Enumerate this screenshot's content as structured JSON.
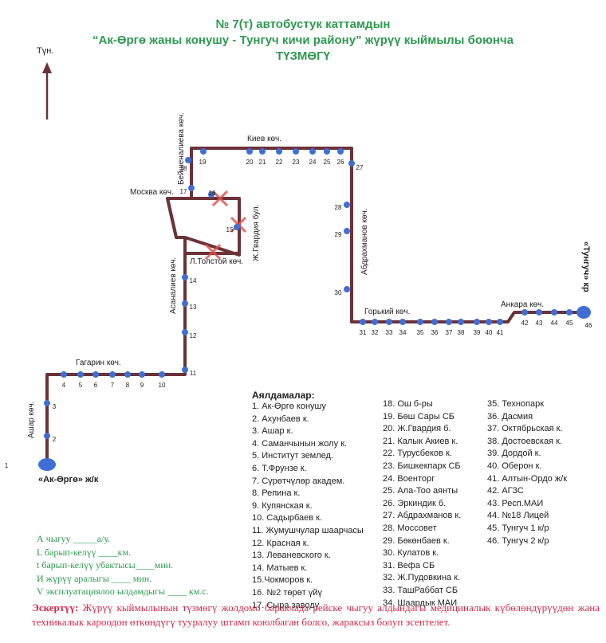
{
  "title": {
    "line1": "№ 7(т) автобустук каттамдын",
    "line2": "“Ак-Өргө жаны конушу - Тунгуч кичи району” жүрүү кыймылы боюнча",
    "line3": "ТҮЗМӨГҮ"
  },
  "north_label": "Түн.",
  "streets": {
    "kiev": "Киев көч.",
    "beishenalieva": "Бейшеналиева көч.",
    "moskva": "Москва көч.",
    "zhgvardiya": "Ж.Гвардия бул.",
    "ltolstoi": "Л.Толстой көч.",
    "asanalieva": "Асаналиев көч.",
    "gagarin": "Гагарин көч.",
    "ashar": "Ашар көч.",
    "abdrakhmanov": "Абдрахманов көч.",
    "gorky": "Горький көч.",
    "ankara": "Анкара көч."
  },
  "endpoints": {
    "start": "«Ак-Өргө» ж/к",
    "end": "«Тунгуч» кр"
  },
  "stop_numbers": [
    "1",
    "2",
    "3",
    "4",
    "5",
    "6",
    "7",
    "8",
    "9",
    "10",
    "11",
    "12",
    "13",
    "14",
    "15",
    "16",
    "17",
    "18",
    "19",
    "20",
    "21",
    "22",
    "23",
    "24",
    "25",
    "26",
    "27",
    "28",
    "29",
    "30",
    "31",
    "32",
    "33",
    "34",
    "35",
    "36",
    "37",
    "38",
    "39",
    "40",
    "41",
    "42",
    "43",
    "44",
    "45",
    "46"
  ],
  "legend": {
    "heading": "Аялдамалар:",
    "items": [
      "1. Ак-Өргө конушу",
      "2. Ахунбаев к.",
      "3. Ашар к.",
      "4. Саманчынын жолу к.",
      "5. Институт землед.",
      "6. Т.Фрунзе к.",
      "7. Сүрөтчүлөр академ.",
      "8. Репина к.",
      "9. Купянская к.",
      "10. Садырбаев к.",
      "11. Жумушчулар шаарчасы",
      "12. Красная к.",
      "13. Леваневского к.",
      "14. Матыев к.",
      "15.Чокморов к.",
      "16. №2 төрөт үйү",
      "17. Сыра заводу",
      "18. Ош б-ры",
      "19. Бөш Сары СБ",
      "20. Ж.Гвардия б.",
      "21. Калык Акиев к.",
      "22. Турусбеков к.",
      "23. Бишкекпарк СБ",
      "24. Военторг",
      "25. Ала-Тоо аянты",
      "26. Эркиндик б.",
      "27. Абдрахманов к.",
      "28. Моссовет",
      "29. Бөкөнбаев к.",
      "30. Кулатов к.",
      "31. Вефа СБ",
      "32. Ж.Пудовкина к.",
      "33. ТашРаббат СБ",
      "34. Шаардык МАИ",
      "35. Технопарк",
      "36. Дасмия",
      "37. Октябрьская к.",
      "38. Достоевская к.",
      "39. Дордой к.",
      "40. Оберон к.",
      "41. Алтын-Ордо ж/к",
      "42. АГЗС",
      "43. Респ.МАИ",
      "44. №18 Лицей",
      "45. Тунгуч 1 к/р",
      "46. Тунгуч 2 к/р"
    ]
  },
  "parameters": [
    "А чыгуу  _____а/у.",
    "L барып-келүү ____км.",
    "t барып-келүү убактысы____мин.",
    "И жүрүү аралыгы ____    мин.",
    "V эксплуатациялоо ылдамдыгы ____ км.с."
  ],
  "note": {
    "label": "Эскертүү:",
    "text": " Жүрүү кыймылынын түзмөгү жолдомо баракчада рейске чыгуу алдындагы медициналык күбөлөндүрүүдөн жана техникалык кароодон өткөндүгү тууралуу штамп коюлбаган болсо, жараксыз болуп эсептелет."
  },
  "colors": {
    "route": "#6b3238",
    "stop": "#3f6fd6",
    "title": "#2e9a4f",
    "cross": "#e0544d",
    "note": "#d02a4d"
  }
}
